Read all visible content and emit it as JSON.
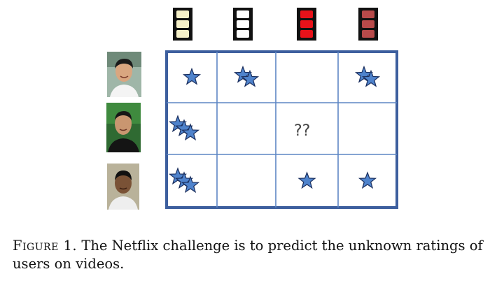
{
  "figure": {
    "label": "Figure 1.",
    "caption": "The Netflix challenge is to predict the unknown ratings of users on videos."
  },
  "matrix": {
    "unknown_mark": "??",
    "videos": [
      {
        "icon": "film-strip-icon",
        "color": "#f5f0c8"
      },
      {
        "icon": "film-strip-icon",
        "color": "#ffffff"
      },
      {
        "icon": "film-strip-icon",
        "color": "#e8121a"
      },
      {
        "icon": "film-strip-icon",
        "color": "#b84a4a"
      }
    ],
    "users": [
      {
        "icon": "user-photo-icon"
      },
      {
        "icon": "user-photo-icon"
      },
      {
        "icon": "user-photo-icon"
      }
    ],
    "ratings": [
      [
        1,
        2,
        0,
        2
      ],
      [
        3,
        0,
        null,
        0
      ],
      [
        3,
        0,
        1,
        1
      ]
    ],
    "colors": {
      "grid": "#3a6db5",
      "grid_border": "#3d5f9e",
      "star_fill": "#4f83cc",
      "star_stroke": "#1b2f5e"
    }
  }
}
